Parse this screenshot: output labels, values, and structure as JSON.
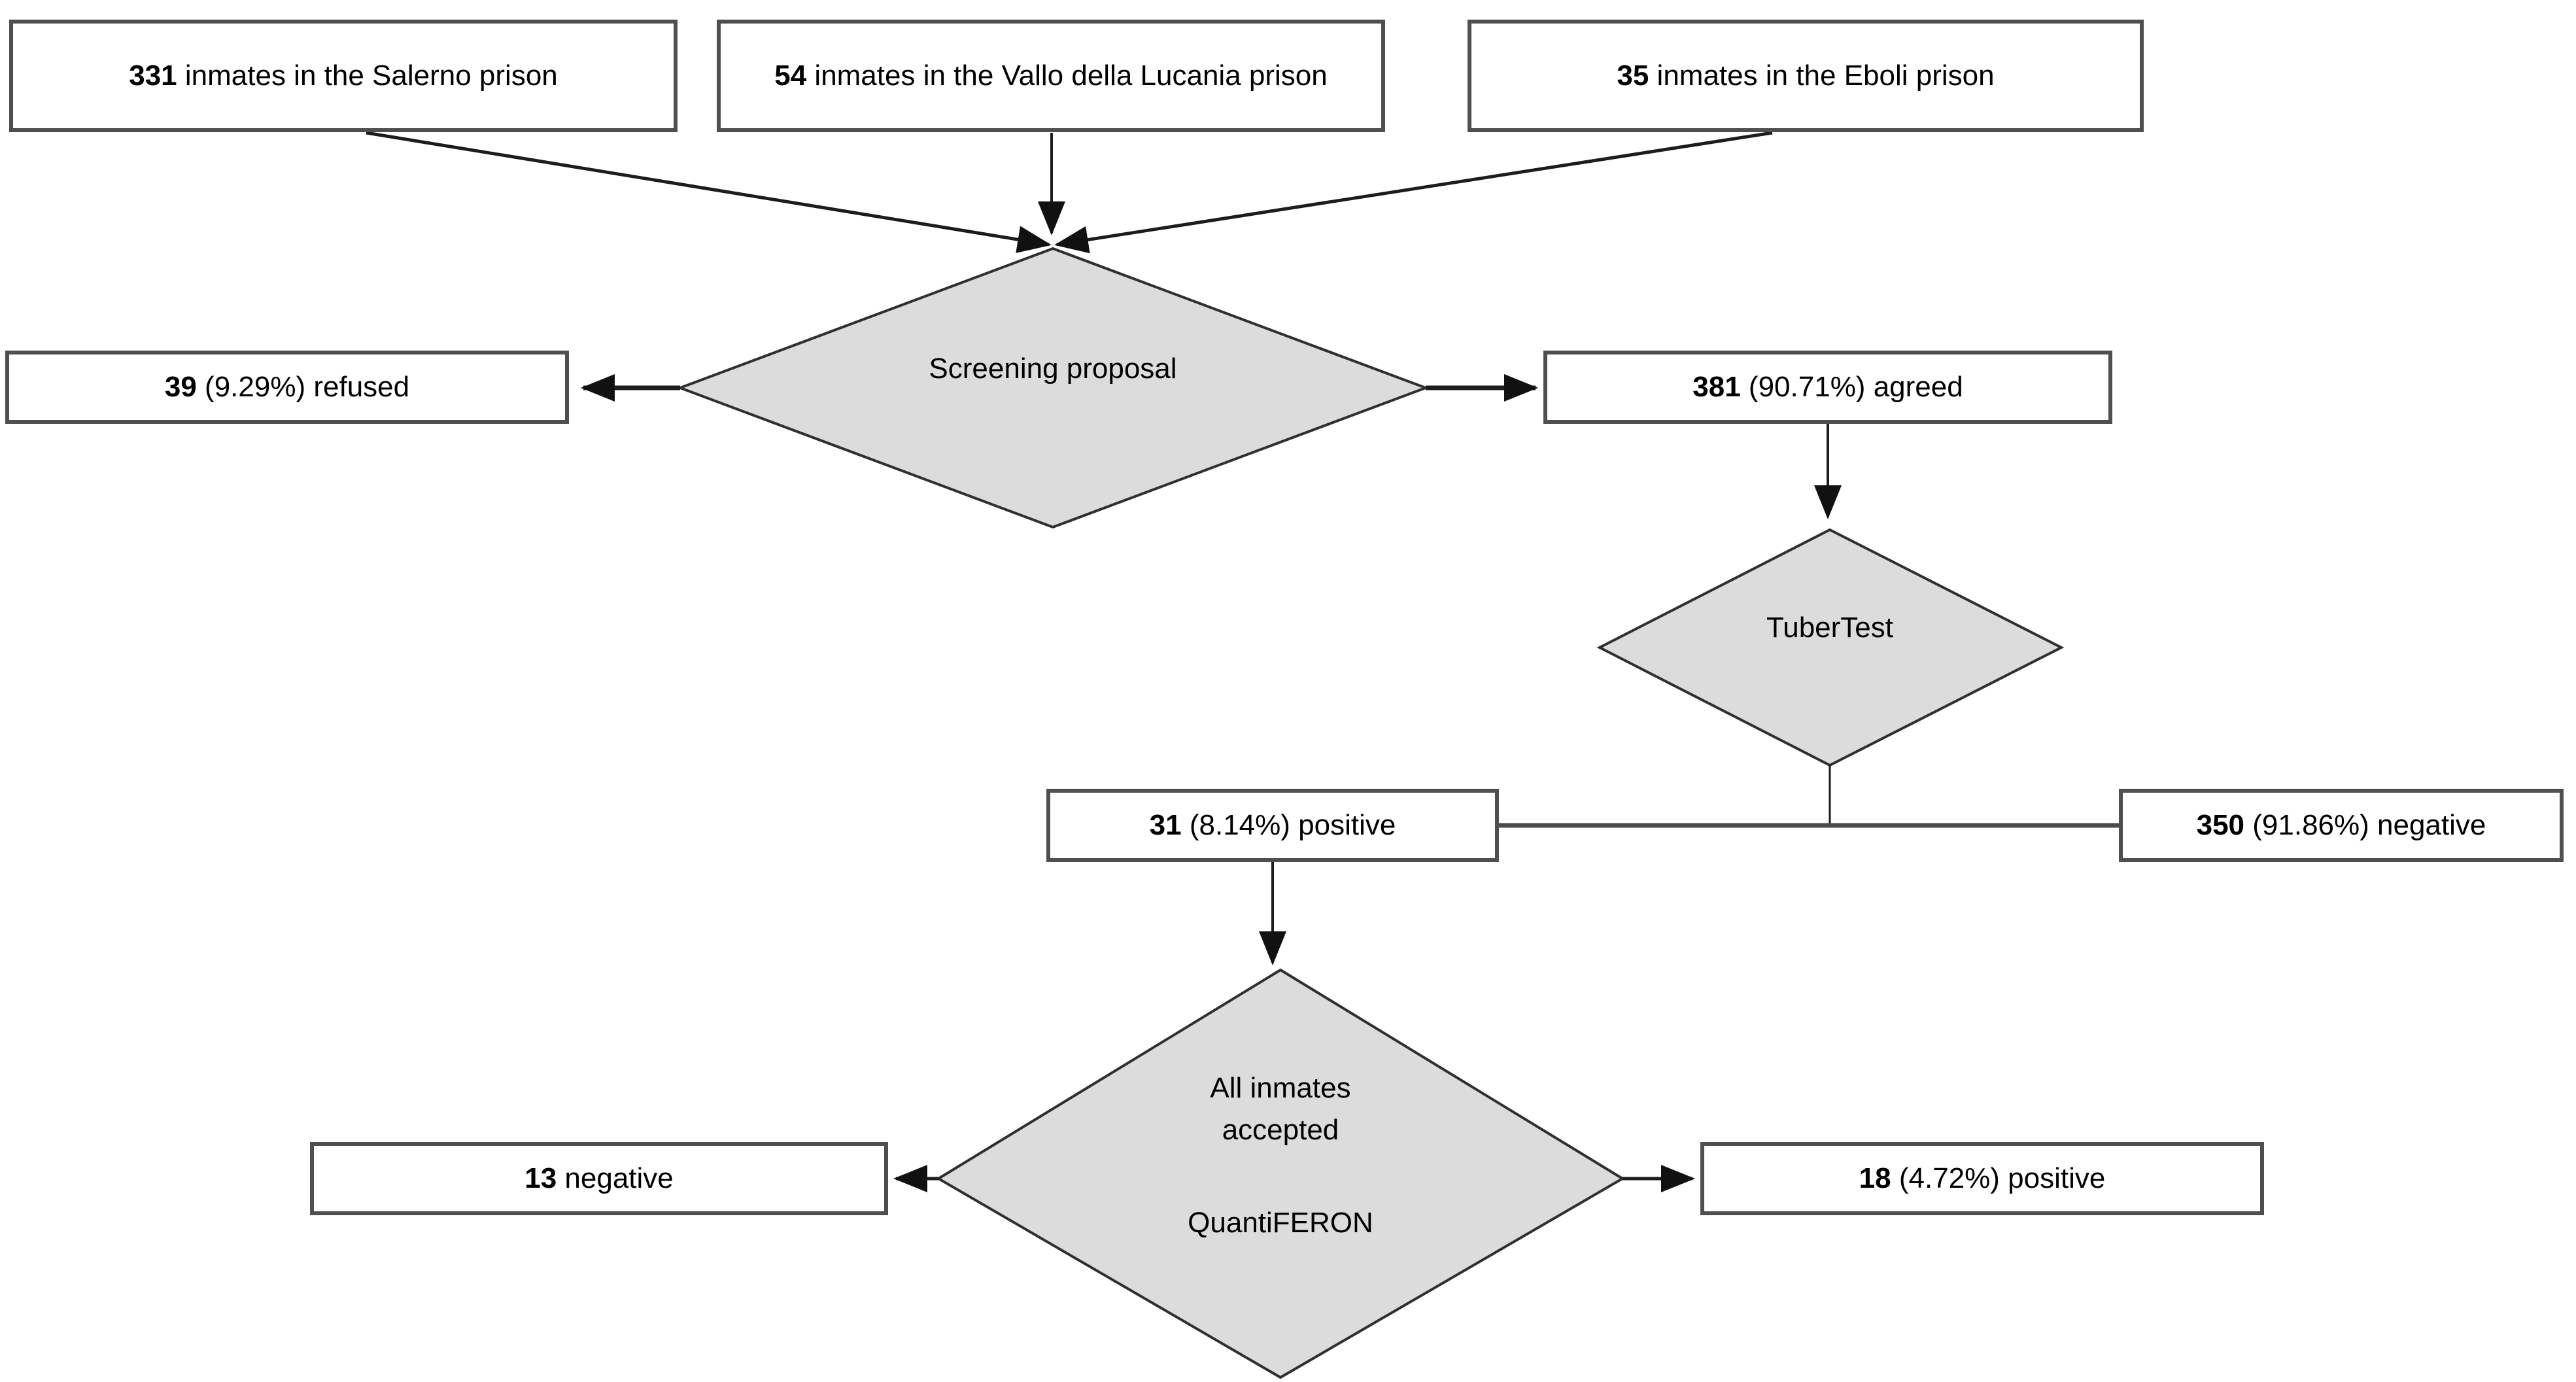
{
  "figure": {
    "type": "screening-flowchart",
    "colors": {
      "background": "#ffffff",
      "diamond_fill": "#dcdcdc",
      "diamond_border": "#2f2f2f",
      "box_fill": "#ffffff",
      "box_border": "#4f4f4f",
      "line": "#1c1c1c",
      "text": "#000000"
    }
  },
  "nodes": {
    "salerno": {
      "value": "331",
      "text": " inmates in the Salerno prison"
    },
    "vallo": {
      "value": "54",
      "text": " inmates in the Vallo della Lucania prison"
    },
    "eboli": {
      "value": "35",
      "text": " inmates in the Eboli prison"
    },
    "screening": {
      "label": "Screening proposal"
    },
    "refused": {
      "value": "39",
      "text": " (9.29%) refused"
    },
    "agreed": {
      "value": "381",
      "text": " (90.71%) agreed"
    },
    "tubertest": {
      "label": "TuberTest"
    },
    "tst_positive": {
      "value": "31",
      "text": " (8.14%) positive"
    },
    "tst_negative": {
      "value": "350",
      "text": " (91.86%) negative"
    },
    "quantiferon": {
      "title": "All inmates accepted",
      "subtitle": "QuantiFERON"
    },
    "qft_negative": {
      "value": "13",
      "text": " negative"
    },
    "qft_positive": {
      "value": "18",
      "text": " (4.72%) positive"
    }
  },
  "edges": [
    {
      "from": "salerno",
      "to": "screening",
      "arrow": true
    },
    {
      "from": "vallo",
      "to": "screening",
      "arrow": true
    },
    {
      "from": "eboli",
      "to": "screening",
      "arrow": true
    },
    {
      "from": "screening",
      "to": "refused",
      "arrow": true
    },
    {
      "from": "screening",
      "to": "agreed",
      "arrow": true
    },
    {
      "from": "agreed",
      "to": "tubertest",
      "arrow": true
    },
    {
      "from": "tubertest",
      "to": "tst_positive",
      "arrow": false
    },
    {
      "from": "tubertest",
      "to": "tst_negative",
      "arrow": false
    },
    {
      "from": "tst_positive",
      "to": "quantiferon",
      "arrow": true
    },
    {
      "from": "quantiferon",
      "to": "qft_negative",
      "arrow": true
    },
    {
      "from": "quantiferon",
      "to": "qft_positive",
      "arrow": true
    }
  ]
}
